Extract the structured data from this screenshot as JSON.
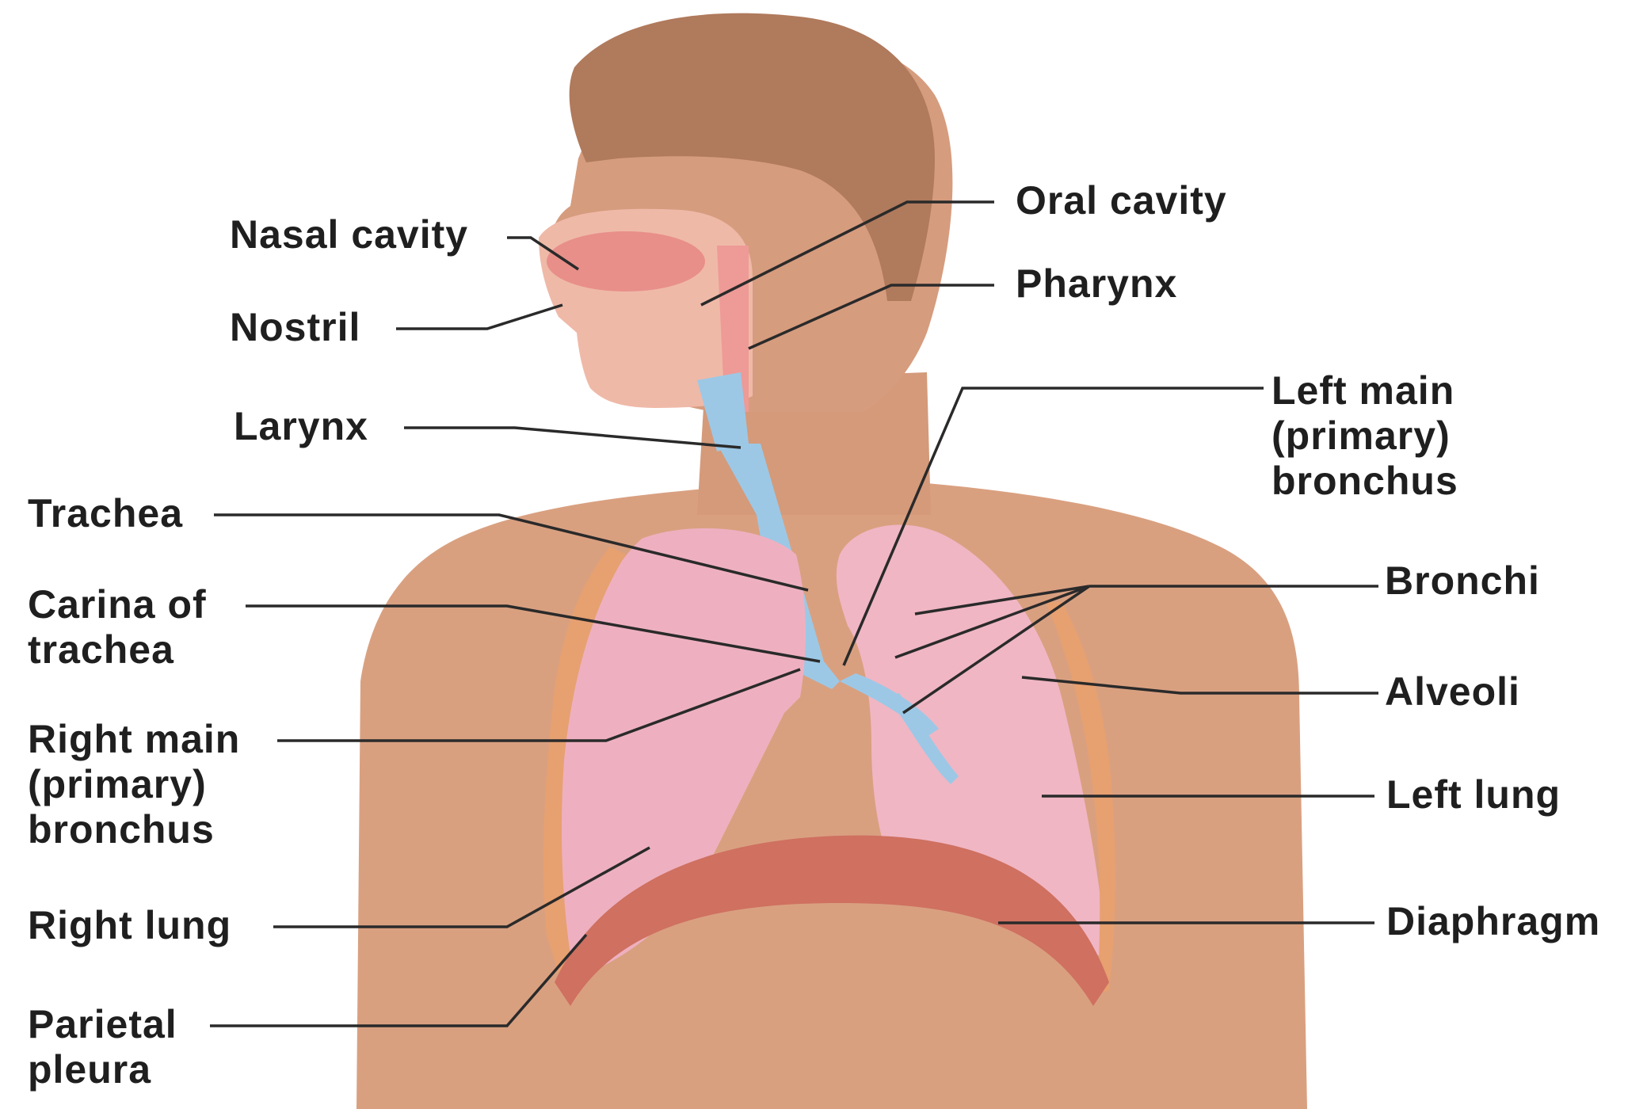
{
  "diagram": {
    "labels": {
      "nasal_cavity": "Nasal cavity",
      "nostril": "Nostril",
      "larynx": "Larynx",
      "trachea": "Trachea",
      "carina": "Carina of\ntrachea",
      "right_main_bronchus": "Right main\n(primary)\nbronchus",
      "right_lung": "Right lung",
      "parietal_pleura": "Parietal\npleura",
      "oral_cavity": "Oral cavity",
      "pharynx": "Pharynx",
      "left_main_bronchus": "Left main\n(primary)\nbronchus",
      "bronchi": "Bronchi",
      "alveoli": "Alveoli",
      "left_lung": "Left lung",
      "diaphragm": "Diaphragm"
    },
    "colors": {
      "skin": "#d9a080",
      "hair": "#b07a5c",
      "lung": "#eeb0c0",
      "trachea": "#9cc8e6",
      "diaphragm": "#cf7060",
      "leader_line": "#2a2a2a"
    }
  }
}
